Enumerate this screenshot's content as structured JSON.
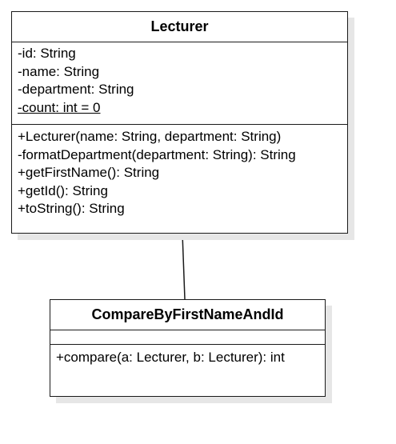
{
  "diagram": {
    "classes": {
      "lecturer": {
        "name": "Lecturer",
        "attributes": [
          {
            "text": "-id: String",
            "static": false
          },
          {
            "text": "-name: String",
            "static": false
          },
          {
            "text": "-department: String",
            "static": false
          },
          {
            "text": "-count: int = 0",
            "static": true
          }
        ],
        "operations": [
          "+Lecturer(name: String, department: String)",
          "-formatDepartment(department: String): String",
          "+getFirstName(): String",
          "+getId(): String",
          "+toString(): String"
        ]
      },
      "compare": {
        "name": "CompareByFirstNameAndId",
        "attributes": [],
        "operations": [
          "+compare(a: Lecturer, b: Lecturer): int"
        ]
      }
    },
    "association": {
      "from": "lecturer",
      "to": "compare",
      "type": "association"
    },
    "colors": {
      "line": "#1a1a1a",
      "shadow": "#e6e6e6",
      "background": "#ffffff"
    }
  }
}
